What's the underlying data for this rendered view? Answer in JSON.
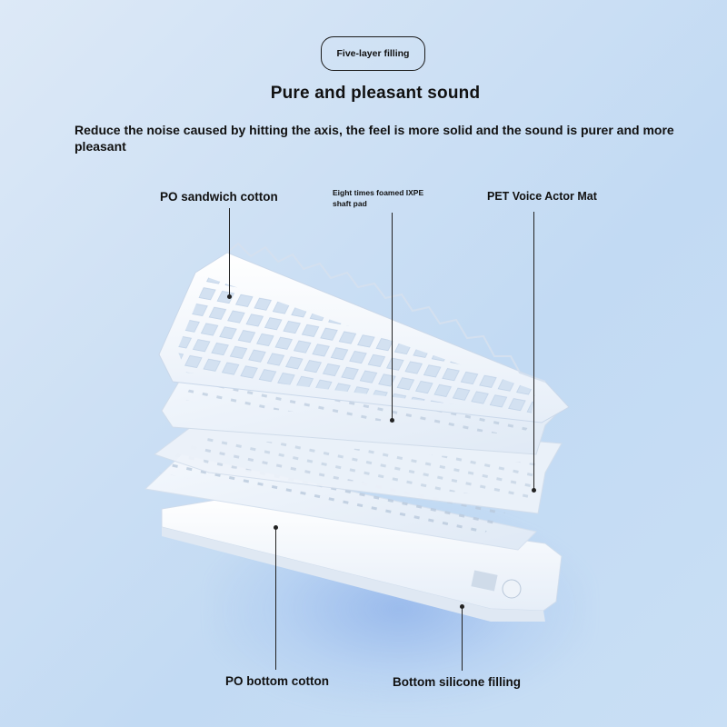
{
  "badge": "Five-layer filling",
  "heading": "Pure and pleasant sound",
  "description": "Reduce the noise caused by hitting the axis, the feel is more solid and the sound is purer and more pleasant",
  "callouts": {
    "po_sandwich": "PO sandwich cotton",
    "ixpe_line1": "Eight times foamed IXPE",
    "ixpe_line2": "shaft pad",
    "pet": "PET Voice Actor Mat",
    "po_bottom": "PO bottom cotton",
    "silicone": "Bottom silicone filling"
  },
  "colors": {
    "background_start": "#dde9f7",
    "background_end": "#c2daf3",
    "layer_fill": "#f7f9fc",
    "text": "#111111"
  }
}
